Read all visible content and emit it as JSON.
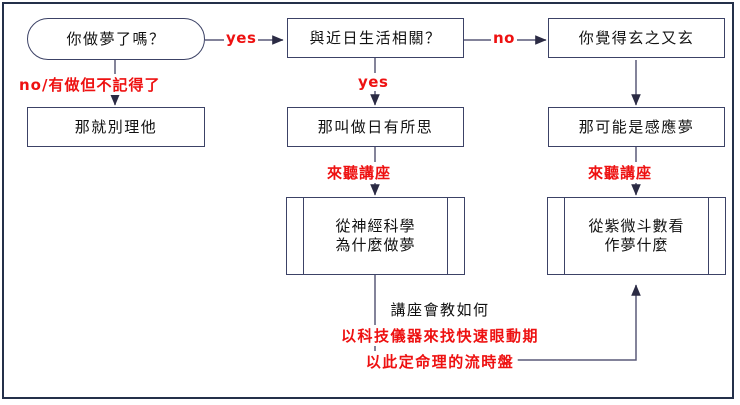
{
  "diagram": {
    "title": "dream-flowchart",
    "colors": {
      "frame_border": "#24304a",
      "node_border": "#3c4266",
      "node_fill": "#ffffff",
      "text": "#111111",
      "accent_red": "#ee1111",
      "wire": "#4a4a6a"
    },
    "nodes": [
      {
        "id": "q1",
        "shape": "stadium",
        "text": "你做夢了嗎？"
      },
      {
        "id": "q2",
        "shape": "rect",
        "text": "與近日生活相關？"
      },
      {
        "id": "q3",
        "shape": "rect",
        "text": "你覺得玄之又玄"
      },
      {
        "id": "r1",
        "shape": "rect",
        "text": "那就別理他"
      },
      {
        "id": "r2",
        "shape": "rect",
        "text": "那叫做日有所思"
      },
      {
        "id": "r3",
        "shape": "rect",
        "text": "那可能是感應夢"
      },
      {
        "id": "talk_left",
        "shape": "predefined",
        "text": "從神經科學\n為什麼做夢"
      },
      {
        "id": "talk_right",
        "shape": "predefined",
        "text": "從紫微斗數看\n作夢什麼"
      }
    ],
    "edge_labels": [
      {
        "id": "yes1",
        "text": "yes"
      },
      {
        "id": "no1",
        "text": "no/有做但不記得了"
      },
      {
        "id": "no2",
        "text": "no"
      },
      {
        "id": "yes2",
        "text": "yes"
      },
      {
        "id": "lec1",
        "text": "來聽講座"
      },
      {
        "id": "lec2",
        "text": "來聽講座"
      }
    ],
    "footer_notes": [
      {
        "id": "note1",
        "text": "講座會教如何",
        "color": "black"
      },
      {
        "id": "note2",
        "text": "以科技儀器來找快速眼動期",
        "color": "red"
      },
      {
        "id": "note3",
        "text": "以此定命理的流時盤",
        "color": "red"
      }
    ]
  }
}
